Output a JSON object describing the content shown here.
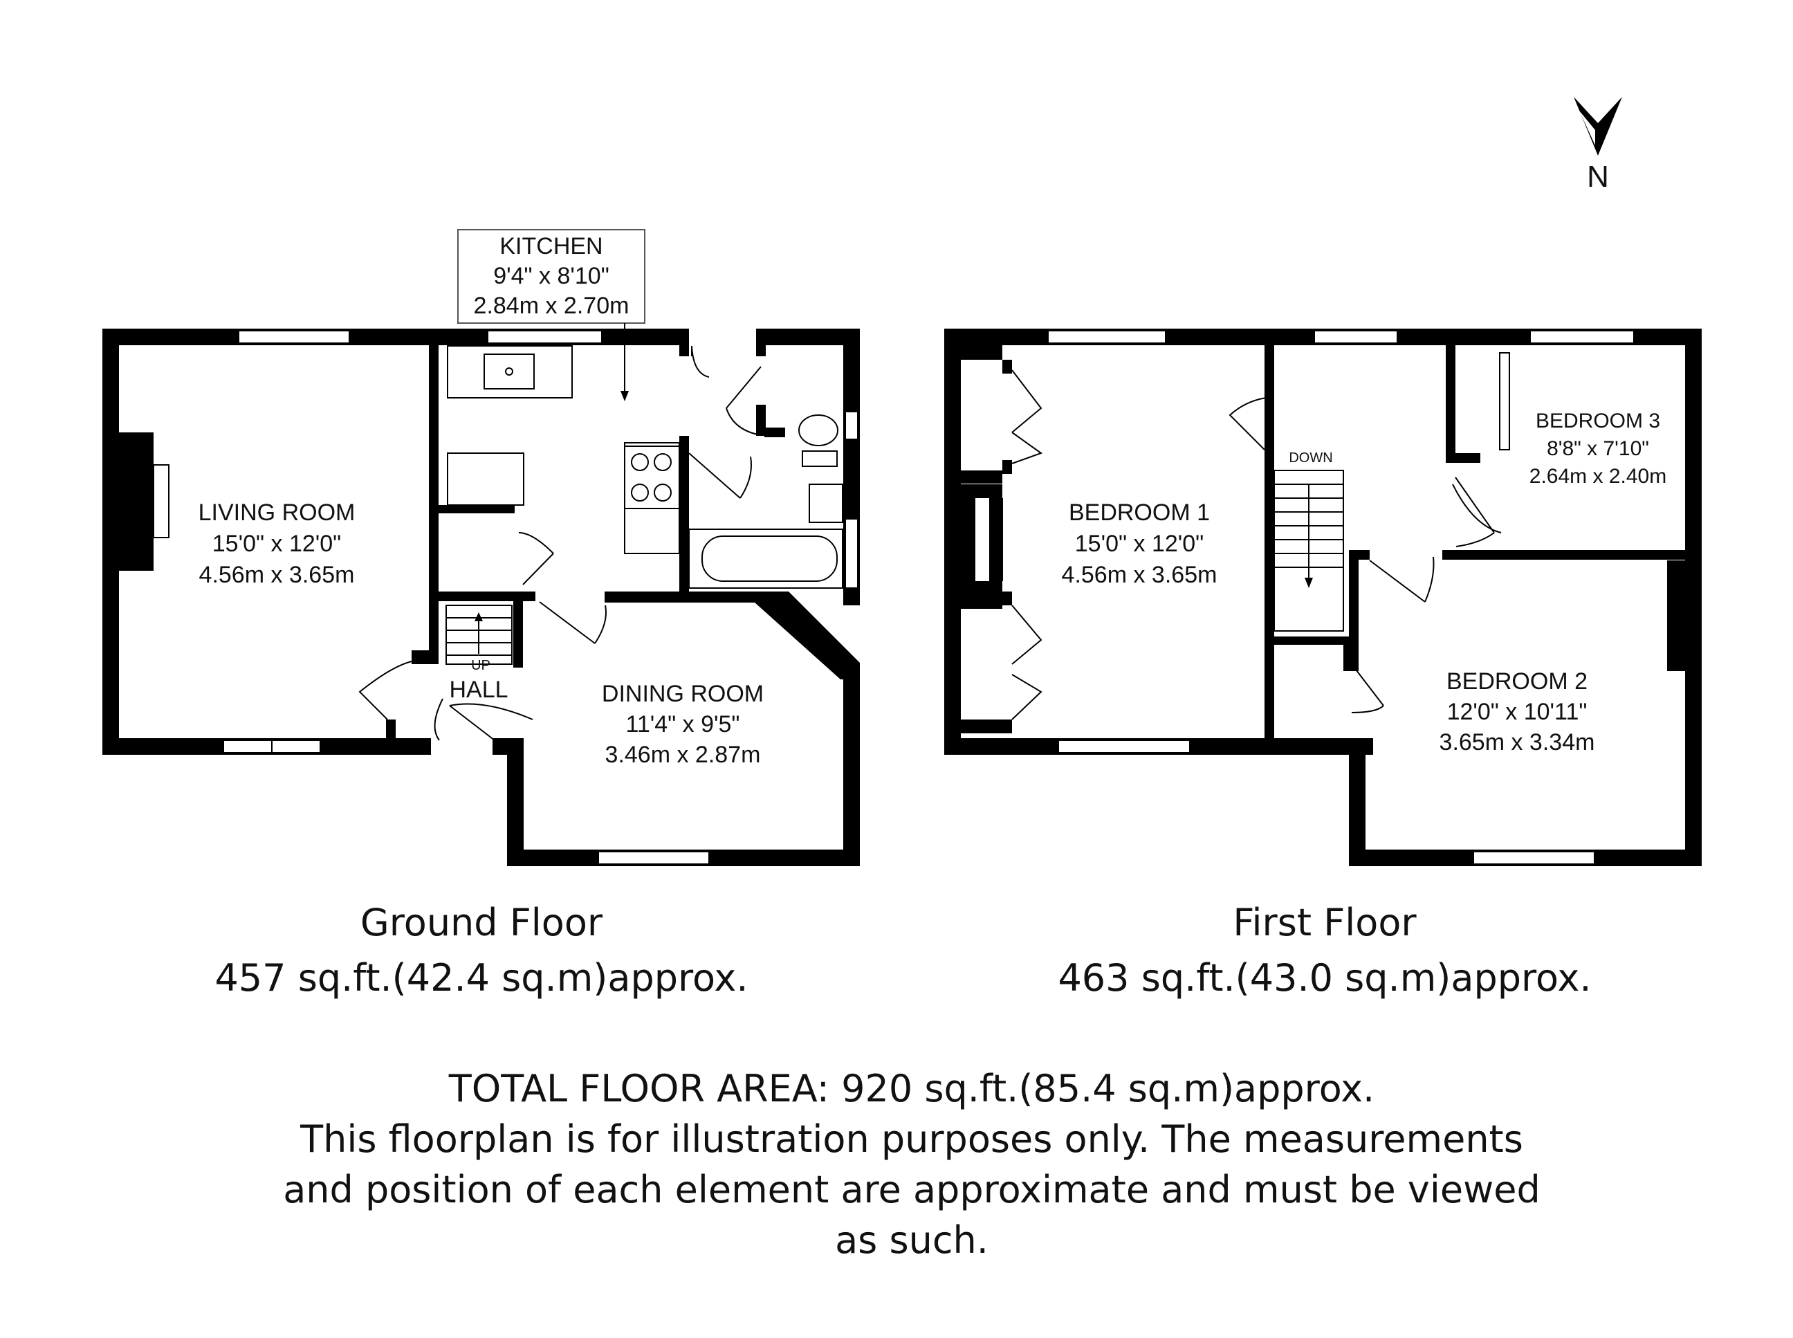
{
  "ground_floor": {
    "title": "Ground Floor",
    "area": "457 sq.ft.(42.4 sq.m)approx.",
    "rooms": {
      "kitchen": {
        "name": "KITCHEN",
        "imperial": "9'4\" x 8'10\"",
        "metric": "2.84m x 2.70m"
      },
      "living_room": {
        "name": "LIVING ROOM",
        "imperial": "15'0\" x 12'0\"",
        "metric": "4.56m x 3.65m"
      },
      "dining_room": {
        "name": "DINING ROOM",
        "imperial": "11'4\" x 9'5\"",
        "metric": "3.46m x 2.87m"
      },
      "hall": {
        "name": "HALL",
        "stairs": "UP"
      }
    }
  },
  "first_floor": {
    "title": "First Floor",
    "area": "463 sq.ft.(43.0 sq.m)approx.",
    "rooms": {
      "bedroom_1": {
        "name": "BEDROOM 1",
        "imperial": "15'0\" x 12'0\"",
        "metric": "4.56m x 3.65m"
      },
      "bedroom_2": {
        "name": "BEDROOM 2",
        "imperial": "12'0\" x 10'11\"",
        "metric": "3.65m x 3.34m"
      },
      "bedroom_3": {
        "name": "BEDROOM 3",
        "imperial": "8'8\" x 7'10\"",
        "metric": "2.64m x 2.40m"
      },
      "landing": {
        "stairs": "DOWN"
      }
    }
  },
  "compass": {
    "label": "N"
  },
  "footer": {
    "total": "TOTAL FLOOR AREA: 920 sq.ft.(85.4 sq.m)approx.",
    "disclaimer_line1": "This floorplan is for illustration purposes only. The measurements",
    "disclaimer_line2": "and position of each element are approximate and must be viewed",
    "disclaimer_line3": "as such."
  }
}
